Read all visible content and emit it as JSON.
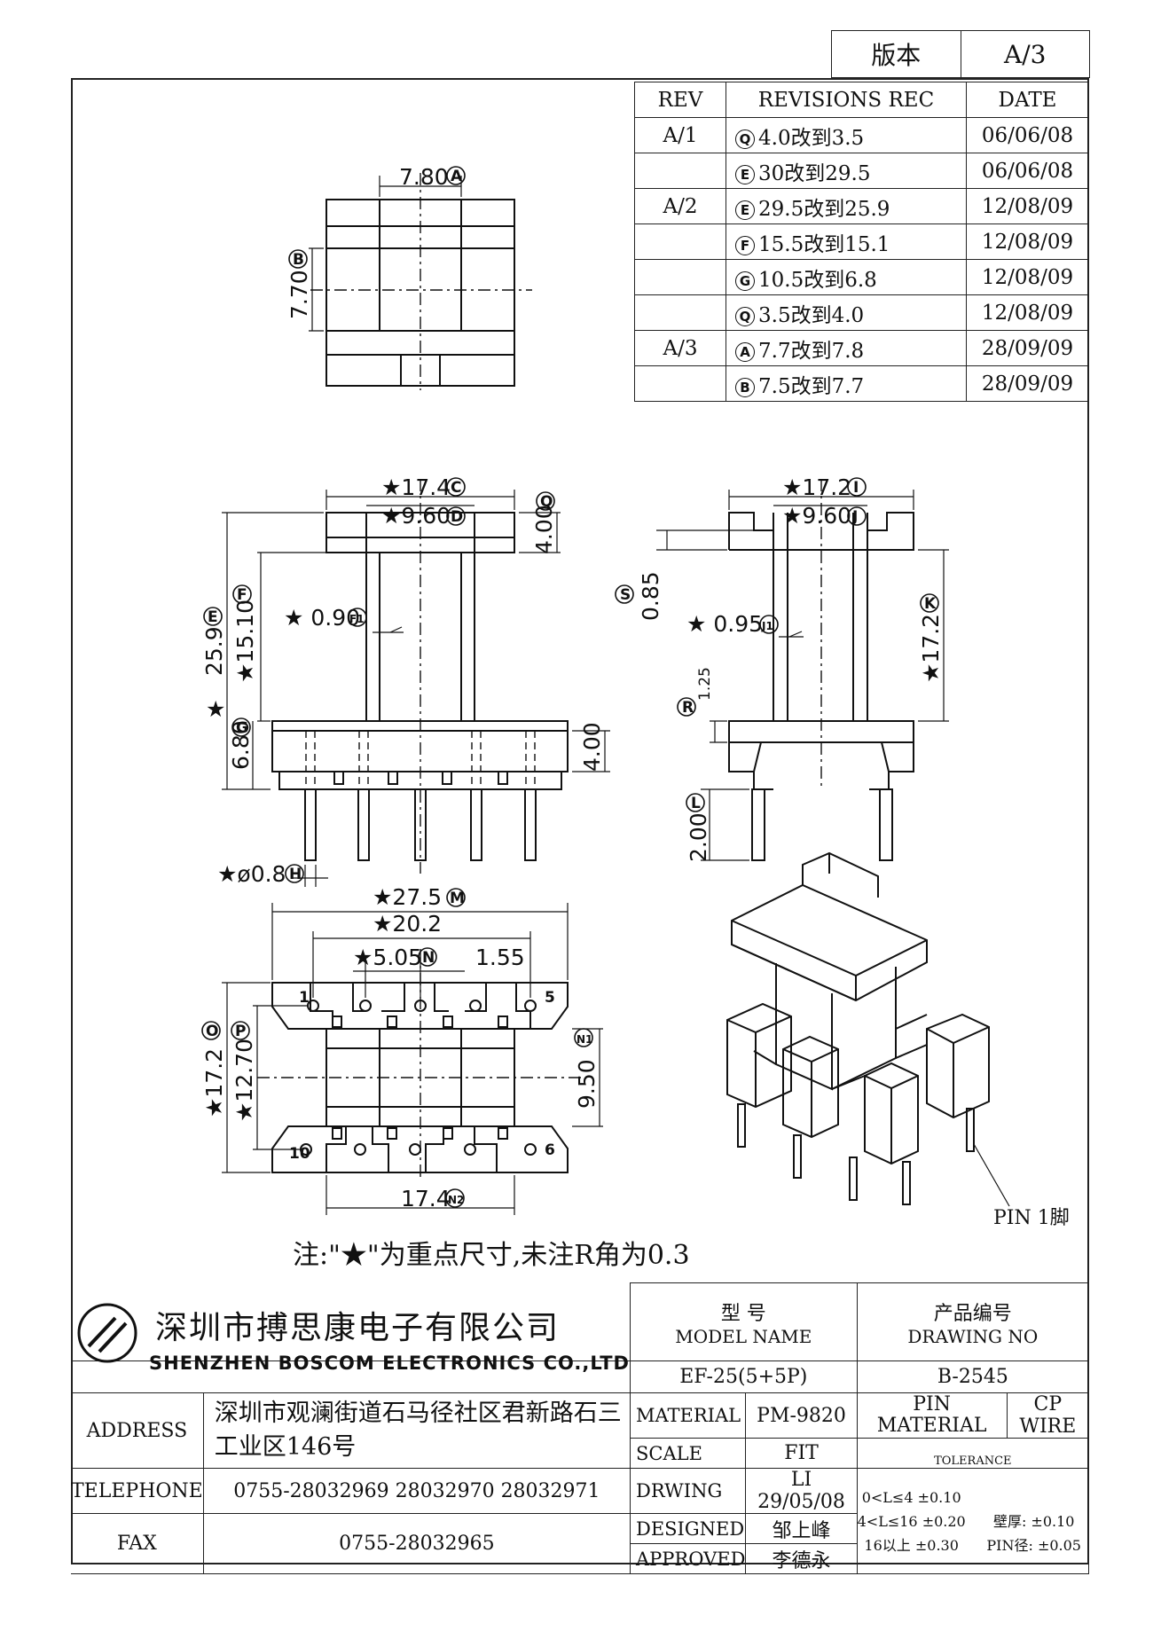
{
  "version_box": {
    "label": "版本",
    "value": "A/3"
  },
  "revisions": {
    "headers": {
      "rev": "REV",
      "rec": "REVISIONS REC",
      "date": "DATE"
    },
    "rows": [
      {
        "rev": "A/1",
        "mark": "Q",
        "text": "4.0改到3.5",
        "date": "06/06/08"
      },
      {
        "rev": "",
        "mark": "E",
        "text": "30改到29.5",
        "date": "06/06/08"
      },
      {
        "rev": "A/2",
        "mark": "E",
        "text": "29.5改到25.9",
        "date": "12/08/09"
      },
      {
        "rev": "",
        "mark": "F",
        "text": "15.5改到15.1",
        "date": "12/08/09"
      },
      {
        "rev": "",
        "mark": "G",
        "text": "10.5改到6.8",
        "date": "12/08/09"
      },
      {
        "rev": "",
        "mark": "Q",
        "text": "3.5改到4.0",
        "date": "12/08/09"
      },
      {
        "rev": "A/3",
        "mark": "A",
        "text": "7.7改到7.8",
        "date": "28/09/09"
      },
      {
        "rev": "",
        "mark": "B",
        "text": "7.5改到7.7",
        "date": "28/09/09"
      }
    ]
  },
  "dimensions": {
    "top_w": "7.80",
    "top_w_mark": "A",
    "top_h": "7.70",
    "top_h_mark": "B",
    "front_w": "★17.4",
    "front_w_mark": "C",
    "front_in": "★9.60",
    "front_in_mark": "D",
    "front_q": "Q",
    "front_q_val": "4.00",
    "front_total": "25.9",
    "front_total_mark": "E",
    "front_mid": "★15.10",
    "front_mid_mark": "F",
    "front_wall": "★ 0.90",
    "front_wall_mark": "F1",
    "front_base": "6.80",
    "front_base_mark": "G",
    "front_star": "★",
    "front_base_r": "4.00",
    "pin_dia": "★ø0.8",
    "pin_dia_mark": "H",
    "side_w": "★17.2",
    "side_w_mark": "I",
    "side_in": "★9.60",
    "side_in_mark": "J",
    "side_s": "0.85",
    "side_s_mark": "S",
    "side_wall": "★ 0.95",
    "side_wall_mark": "J1",
    "side_h": "★17.2",
    "side_h_mark": "K",
    "side_r": "1.25",
    "side_r_mark": "R",
    "side_l": "2.00",
    "side_l_mark": "L",
    "bot_w": "★27.5",
    "bot_w_mark": "M",
    "bot_pin_span": "★20.2",
    "bot_pitch": "★5.05",
    "bot_pitch_mark": "N",
    "bot_slot": "1.55",
    "bot_h": "★17.2",
    "bot_h_mark": "O",
    "bot_h2": "★12.70",
    "bot_h2_mark": "P",
    "bot_r": "9.50",
    "bot_r_mark": "N1",
    "bot_bw": "17.4",
    "bot_bw_mark": "N2",
    "pin_labels": [
      "1",
      "5",
      "10",
      "6"
    ],
    "pin1_label": "PIN 1脚"
  },
  "note": "注:\"★\"为重点尺寸,未注R角为0.3",
  "company": {
    "cn": "深圳市搏思康电子有限公司",
    "en": "SHENZHEN BOSCOM ELECTRONICS CO.,LTD"
  },
  "title_block": {
    "model_cn": "型    号",
    "model_en": "MODEL NAME",
    "model_value": "EF-25(5+5P)",
    "drawing_cn": "产品编号",
    "drawing_en": "DRAWING NO",
    "drawing_value": "B-2545",
    "address_label": "ADDRESS",
    "address_value": "深圳市观澜街道石马径社区君新路石三工业区146号",
    "telephone_label": "TELEPHONE",
    "telephone_value": "0755-28032969 28032970 28032971",
    "fax_label": "FAX",
    "fax_value": "0755-28032965",
    "material_label": "MATERIAL",
    "material_value": "PM-9820",
    "scale_label": "SCALE",
    "scale_value": "FIT",
    "drwing_label": "DRWING",
    "drwing_value": "LI 29/05/08",
    "designed_label": "DESIGNED",
    "designed_value": "邹上峰",
    "approved_label": "APPROVED",
    "approved_value": "李德永",
    "pin_material_label": "PIN MATERIAL",
    "pin_material_value": "CP WIRE",
    "tolerance_label": "TOLERANCE",
    "tolerance": [
      "0<L≤4  ±0.10",
      "4<L≤16  ±0.20",
      "16以上     ±0.30"
    ],
    "wall_tol": "壁厚:  ±0.10",
    "pin_tol": "PIN径: ±0.05"
  }
}
